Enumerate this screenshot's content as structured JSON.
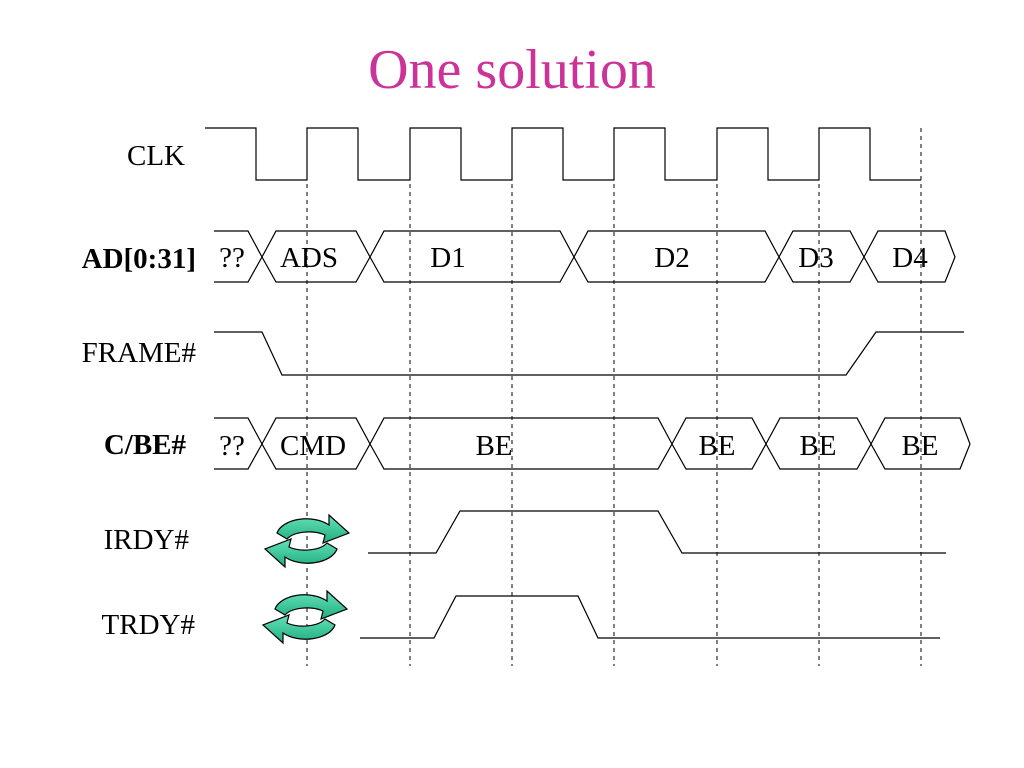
{
  "title": "One solution",
  "signals": {
    "clk": "CLK",
    "ad": "AD[0:31]",
    "frame": "FRAME#",
    "cbe": "C/BE#",
    "irdy": "IRDY#",
    "trdy": "TRDY#"
  },
  "ad_cells": [
    "??",
    "ADS",
    "D1",
    "D2",
    "D3",
    "D4"
  ],
  "cbe_cells": [
    "??",
    "CMD",
    "BE",
    "BE",
    "BE",
    "BE"
  ],
  "icons": {
    "turnaround": "turnaround-cycle-icon",
    "color": "#33cc99"
  }
}
